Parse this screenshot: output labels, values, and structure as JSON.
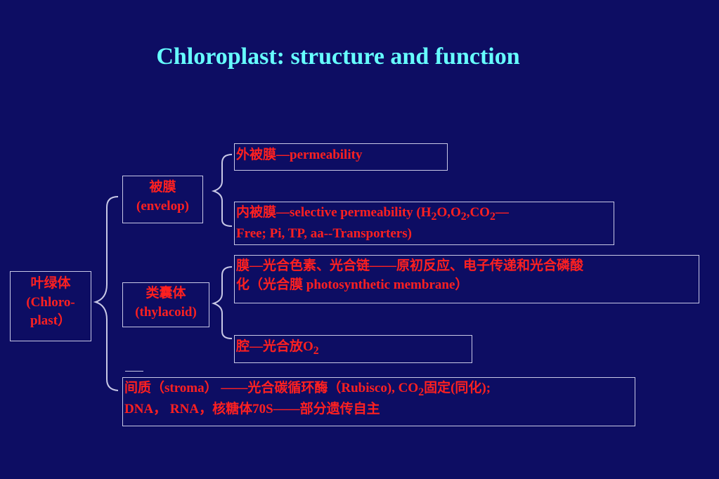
{
  "title": "Chloroplast: structure and function",
  "root": {
    "line1": "叶绿体",
    "line2": "(Chloro-",
    "line3": "plast）"
  },
  "envelope": {
    "line1": "被膜",
    "line2": "(envelop)"
  },
  "thylakoid": {
    "line1": "类囊体",
    "line2": "(thylacoid)"
  },
  "outer_membrane": {
    "pre": "外被膜",
    "post": "—permeability"
  },
  "inner_membrane": {
    "pre": "内被膜—selective permeability (H",
    "sub1": "2",
    "mid1": "O,O",
    "sub2": "2",
    "mid2": ",CO",
    "sub3": "2",
    "post": "—",
    "line2": "Free; Pi, TP, aa--Transporters)"
  },
  "thylakoid_membrane": {
    "line1": "膜—光合色素、光合链——原初反应、电子传递和光合磷酸",
    "line2": "化（光合膜  photosynthetic membrane）"
  },
  "lumen": {
    "pre": "腔—光合放O",
    "sub": "2"
  },
  "stroma": {
    "pre": "间质（stroma）  ——光合碳循环酶（Rubisco),  CO",
    "sub": "2",
    "post": "固定(同化);",
    "line2": "DNA， RNA，核糖体70S——部分遗传自主"
  },
  "colors": {
    "background": "#0d0d63",
    "title": "#66ffff",
    "text": "#ff2020",
    "lines": "#c8c8e6"
  }
}
